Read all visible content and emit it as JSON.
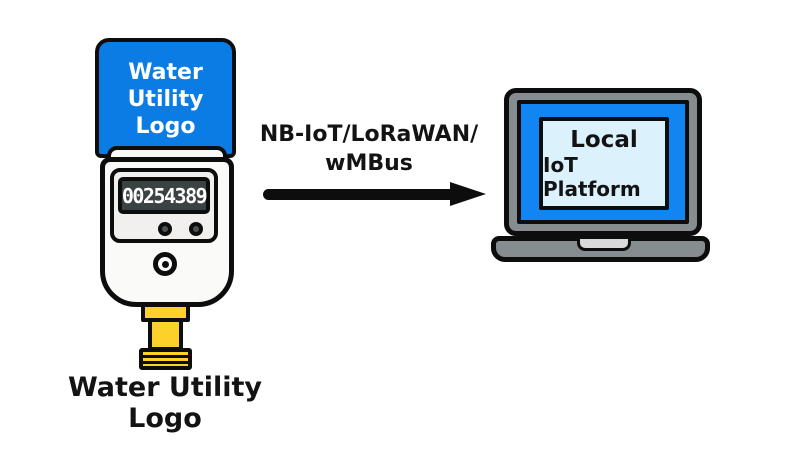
{
  "diagram": {
    "meter": {
      "logo_label": "Water\nUtility\nLogo",
      "display_value": "00254389",
      "caption": "Water Utility\nLogo"
    },
    "connection": {
      "label": "NB-IoT/LoRaWAN/\nwMBus"
    },
    "laptop": {
      "screen_title": "Local",
      "screen_subtitle": "IoT Platform"
    }
  },
  "colors": {
    "meter_blue": "#0b7ce4",
    "laptop_blue": "#1186f2",
    "screen_pale_blue": "#dbf2fd",
    "laptop_gray": "#858d90",
    "base_notch_gray": "#d9d9d9",
    "connector_yellow": "#fcd12a",
    "display_dark": "#3b4242",
    "meter_body_white": "#fafaf8",
    "panel_gray": "#f1f0ee",
    "outline_black": "#0d0d0d",
    "text_black": "#131313"
  }
}
